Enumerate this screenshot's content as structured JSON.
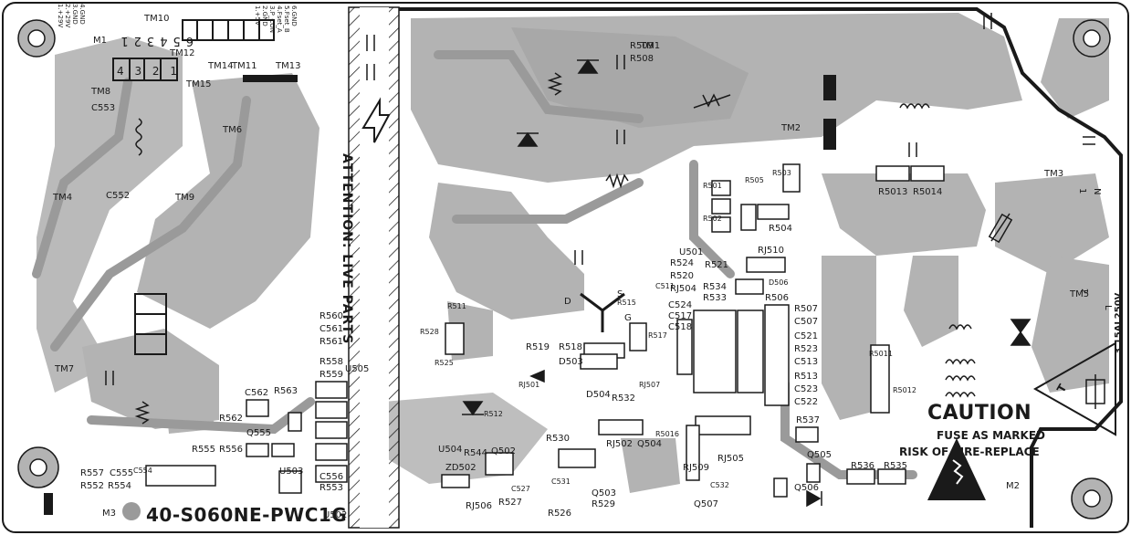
{
  "board": {
    "part_number": "40-S060NE-PWC1G",
    "attention": "ATTENTION: LIVE PARTS",
    "caution": {
      "title": "CAUTION",
      "line1": "FUSE AS MARKED",
      "line2": "RISK OF FIRE-REPLACE"
    },
    "fuse_rating": "3.15AL250V",
    "fuse_symbol": "T",
    "connector_left_pins": "4.GND\n3.GND\n2.+29V\n1.+29V",
    "connector_right_pins": "6.GND\n5.Fset_B\n4.Fset_A\n3.P_CON\n2.GND\n1.+5V",
    "tm12_pins": "654321",
    "tm8_pins": "4 3 2 1"
  },
  "labels": {
    "M1": "M1",
    "M2": "M2",
    "M3": "M3",
    "TM1": "TM1",
    "TM2": "TM2",
    "TM3": "TM3",
    "TM4": "TM4",
    "TM5": "TM5",
    "TM6": "TM6",
    "TM7": "TM7",
    "TM8": "TM8",
    "TM9": "TM9",
    "TM10": "TM10",
    "TM11": "TM11",
    "TM12": "TM12",
    "TM13": "TM13",
    "TM14": "TM14",
    "TM15": "TM15",
    "C553": "C553",
    "C552": "C552",
    "C554": "C554",
    "C555": "C555",
    "C556": "C556",
    "C561": "C561",
    "C562": "C562",
    "C507": "C507",
    "C511": "C511",
    "C513": "C513",
    "C517": "C517",
    "C518": "C518",
    "C521": "C521",
    "C522": "C522",
    "C523": "C523",
    "C524": "C524",
    "C527": "C527",
    "C531": "C531",
    "C532": "C532",
    "R501": "R501",
    "R502": "R502",
    "R503": "R503",
    "R504": "R504",
    "R505": "R505",
    "R506": "R506",
    "R507": "R507",
    "R508": "R508",
    "R509": "R509",
    "R511": "R511",
    "R512": "R512",
    "R513": "R513",
    "R515": "R515",
    "R517": "R517",
    "R518": "R518",
    "R519": "R519",
    "R520": "R520",
    "R521": "R521",
    "R523": "R523",
    "R524": "R524",
    "R525": "R525",
    "R526": "R526",
    "R527": "R527",
    "R528": "R528",
    "R529": "R529",
    "R530": "R530",
    "R532": "R532",
    "R533": "R533",
    "R534": "R534",
    "R535": "R535",
    "R536": "R536",
    "R537": "R537",
    "R544": "R544",
    "R552": "R552",
    "R553": "R553",
    "R554": "R554",
    "R555": "R555",
    "R556": "R556",
    "R557": "R557",
    "R558": "R558",
    "R559": "R559",
    "R560": "R560",
    "R561": "R561",
    "R562": "R562",
    "R563": "R563",
    "R5011": "R5011",
    "R5012": "R5012",
    "R5013": "R5013",
    "R5014": "R5014",
    "R5016": "R5016",
    "RJ501": "RJ501",
    "RJ502": "RJ502",
    "RJ504": "RJ504",
    "RJ505": "RJ505",
    "RJ506": "RJ506",
    "RJ507": "RJ507",
    "RJ509": "RJ509",
    "RJ510": "RJ510",
    "U501": "U501",
    "U502": "U502",
    "U503": "U503",
    "U504": "U504",
    "U505": "U505",
    "Q502": "Q502",
    "Q503": "Q503",
    "Q504": "Q504",
    "Q505": "Q505",
    "Q506": "Q506",
    "Q507": "Q507",
    "Q555": "Q555",
    "D503": "D503",
    "D504": "D504",
    "D506": "D506",
    "ZD502": "ZD502",
    "D": "D",
    "S": "S",
    "G": "G",
    "N": "N",
    "L": "L",
    "one": "1",
    "two": "2"
  },
  "colors": {
    "copper": "#b3b3b3",
    "outline": "#1a1a1a",
    "background": "#ffffff"
  }
}
